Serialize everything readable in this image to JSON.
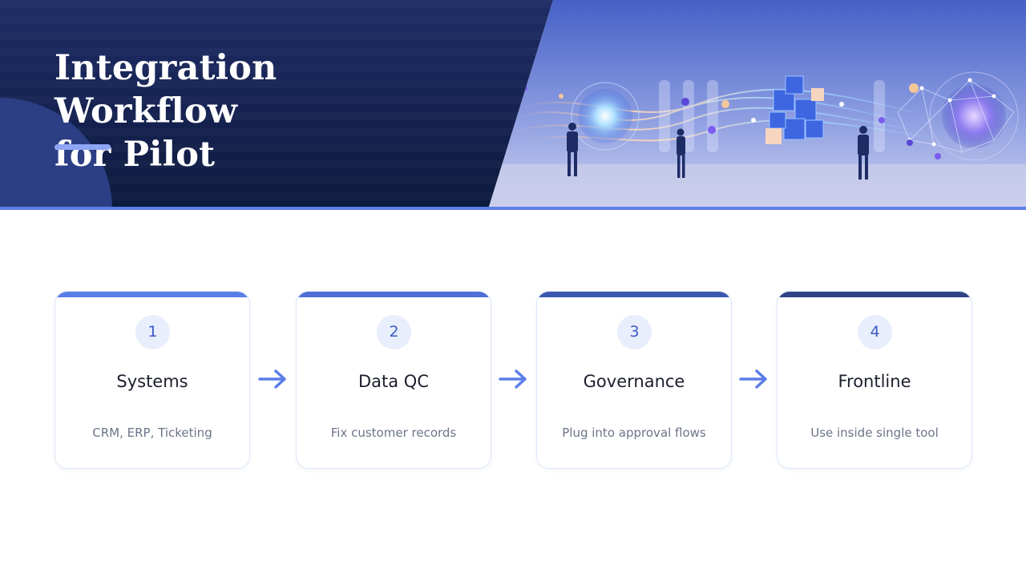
{
  "slide": {
    "title_line1": "Integration Workflow",
    "title_line2": "for Pilot"
  },
  "steps": [
    {
      "number": "1",
      "title": "Systems",
      "description": "CRM, ERP, Ticketing",
      "accent": "#5b7de8"
    },
    {
      "number": "2",
      "title": "Data QC",
      "description": "Fix customer records",
      "accent": "#4f6fd6"
    },
    {
      "number": "3",
      "title": "Governance",
      "description": "Plug into approval flows",
      "accent": "#3d58b0"
    },
    {
      "number": "4",
      "title": "Frontline",
      "description": "Use inside single tool",
      "accent": "#2f4488"
    }
  ],
  "colors": {
    "header_dark": "#162353",
    "accent": "#5b7de8",
    "number_bg": "#e8eefb",
    "number_text": "#3c5bc7",
    "arrow": "#5b7de8"
  },
  "icons": {
    "arrow": "arrow-right-icon"
  }
}
